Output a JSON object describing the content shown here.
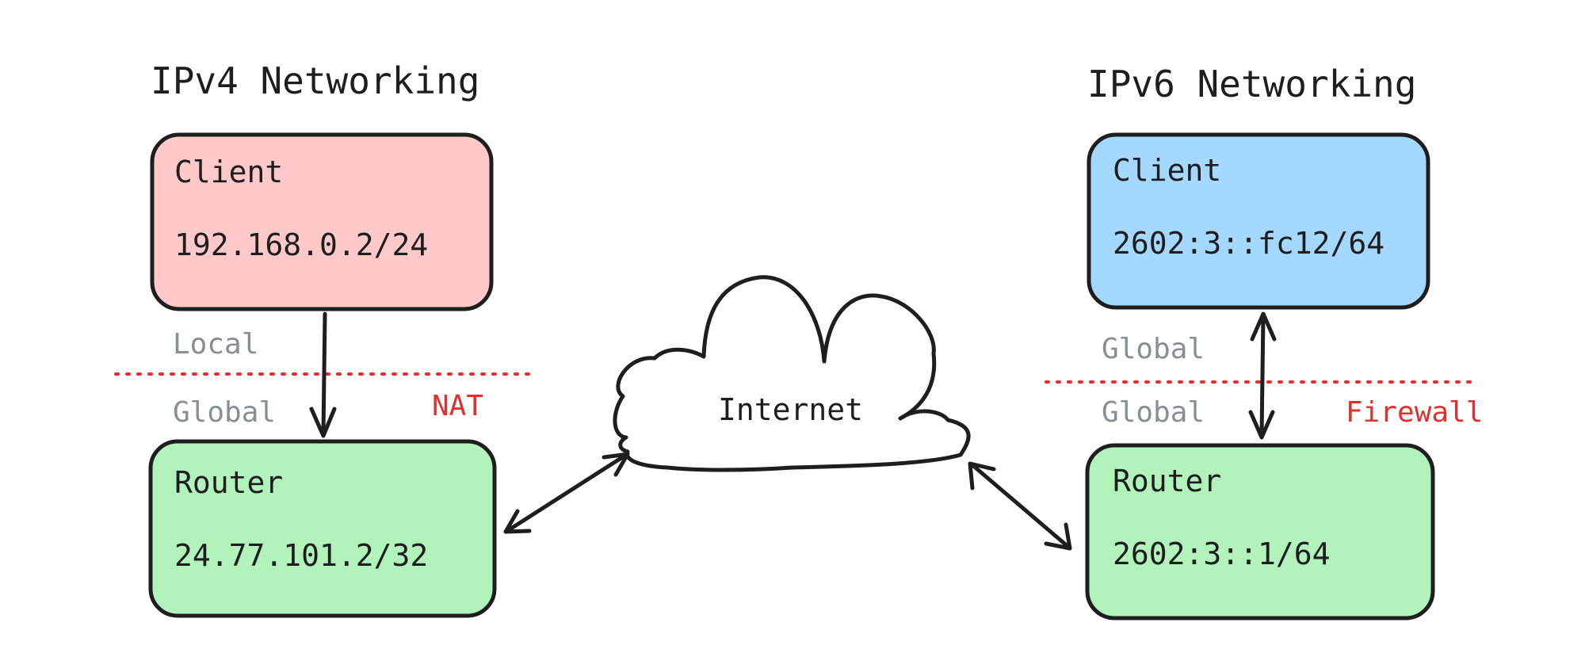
{
  "ipv4": {
    "title": "IPv4 Networking",
    "client": {
      "label": "Client",
      "address": "192.168.0.2/24"
    },
    "router": {
      "label": "Router",
      "address": "24.77.101.2/32"
    },
    "zone_above": "Local",
    "zone_below": "Global",
    "boundary": "NAT"
  },
  "ipv6": {
    "title": "IPv6 Networking",
    "client": {
      "label": "Client",
      "address": "2602:3::fc12/64"
    },
    "router": {
      "label": "Router",
      "address": "2602:3::1/64"
    },
    "zone_above": "Global",
    "zone_below": "Global",
    "boundary": "Firewall"
  },
  "internet": {
    "label": "Internet"
  },
  "colors": {
    "ipv4_client_fill": "#ffc9c9",
    "ipv6_client_fill": "#a5d8ff",
    "router_fill": "#b2f2bb",
    "stroke": "#1e1e1e",
    "zone_text": "#868e96",
    "boundary": "#e03131"
  }
}
